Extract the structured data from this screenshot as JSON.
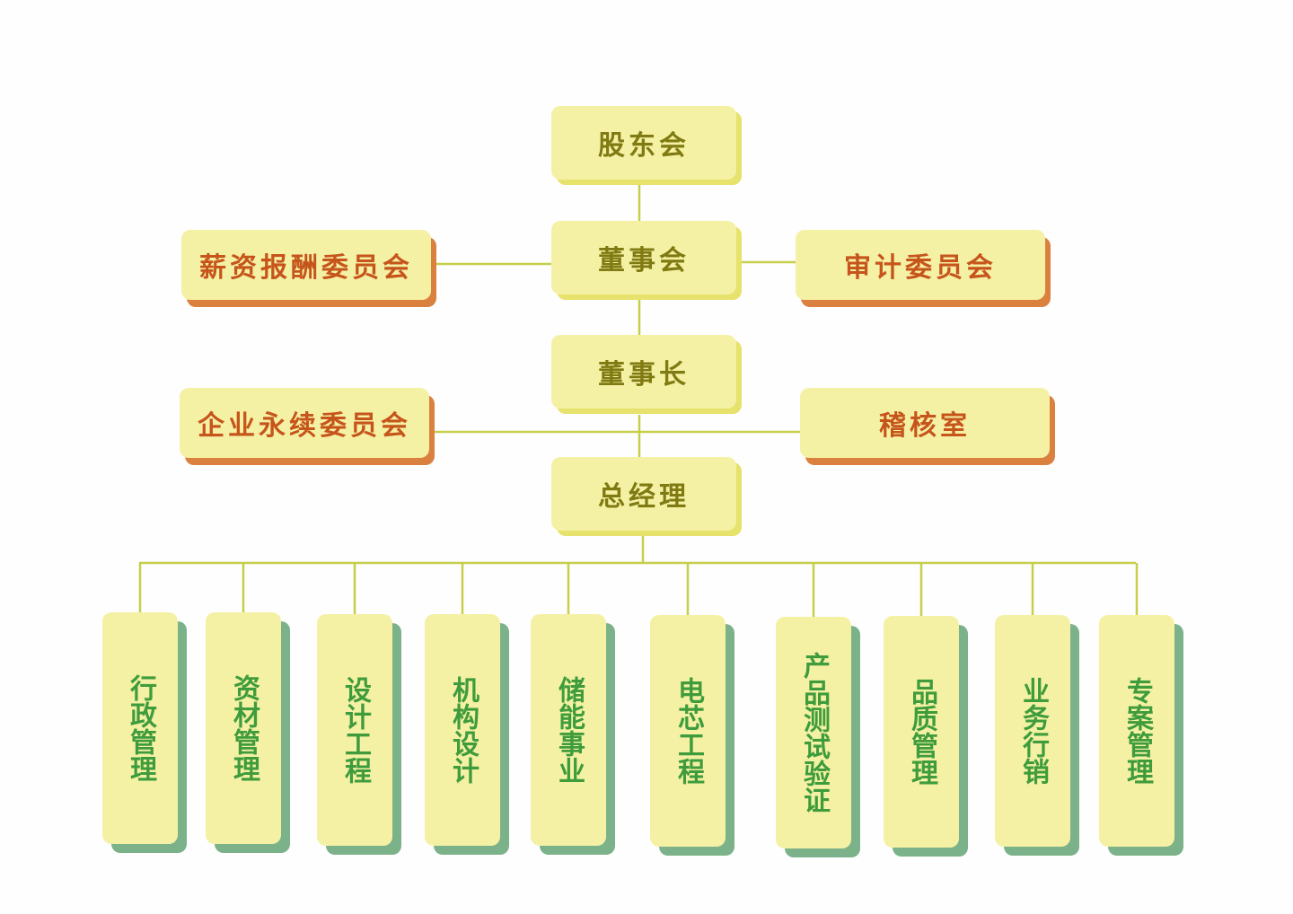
{
  "colors": {
    "box_fill": "#f5f1a4",
    "core_text": "#7f7a12",
    "side_text": "#c6551c",
    "side_shadow": "#db8140",
    "dept_text": "#3f9c3c",
    "dept_shadow": "#7cb289",
    "connector": "#c5cf4a"
  },
  "top": {
    "shareholders": "股东会",
    "board": "董事会",
    "chairman": "董事长",
    "gm": "总经理"
  },
  "committees": {
    "compensation": "薪资报酬委员会",
    "audit": "审计委员会",
    "sustainability": "企业永续委员会",
    "inspection": "稽核室"
  },
  "departments": [
    "行政管理",
    "资材管理",
    "设计工程",
    "机构设计",
    "储能事业",
    "电芯工程",
    "产品测试验证",
    "品质管理",
    "业务行销",
    "专案管理"
  ]
}
